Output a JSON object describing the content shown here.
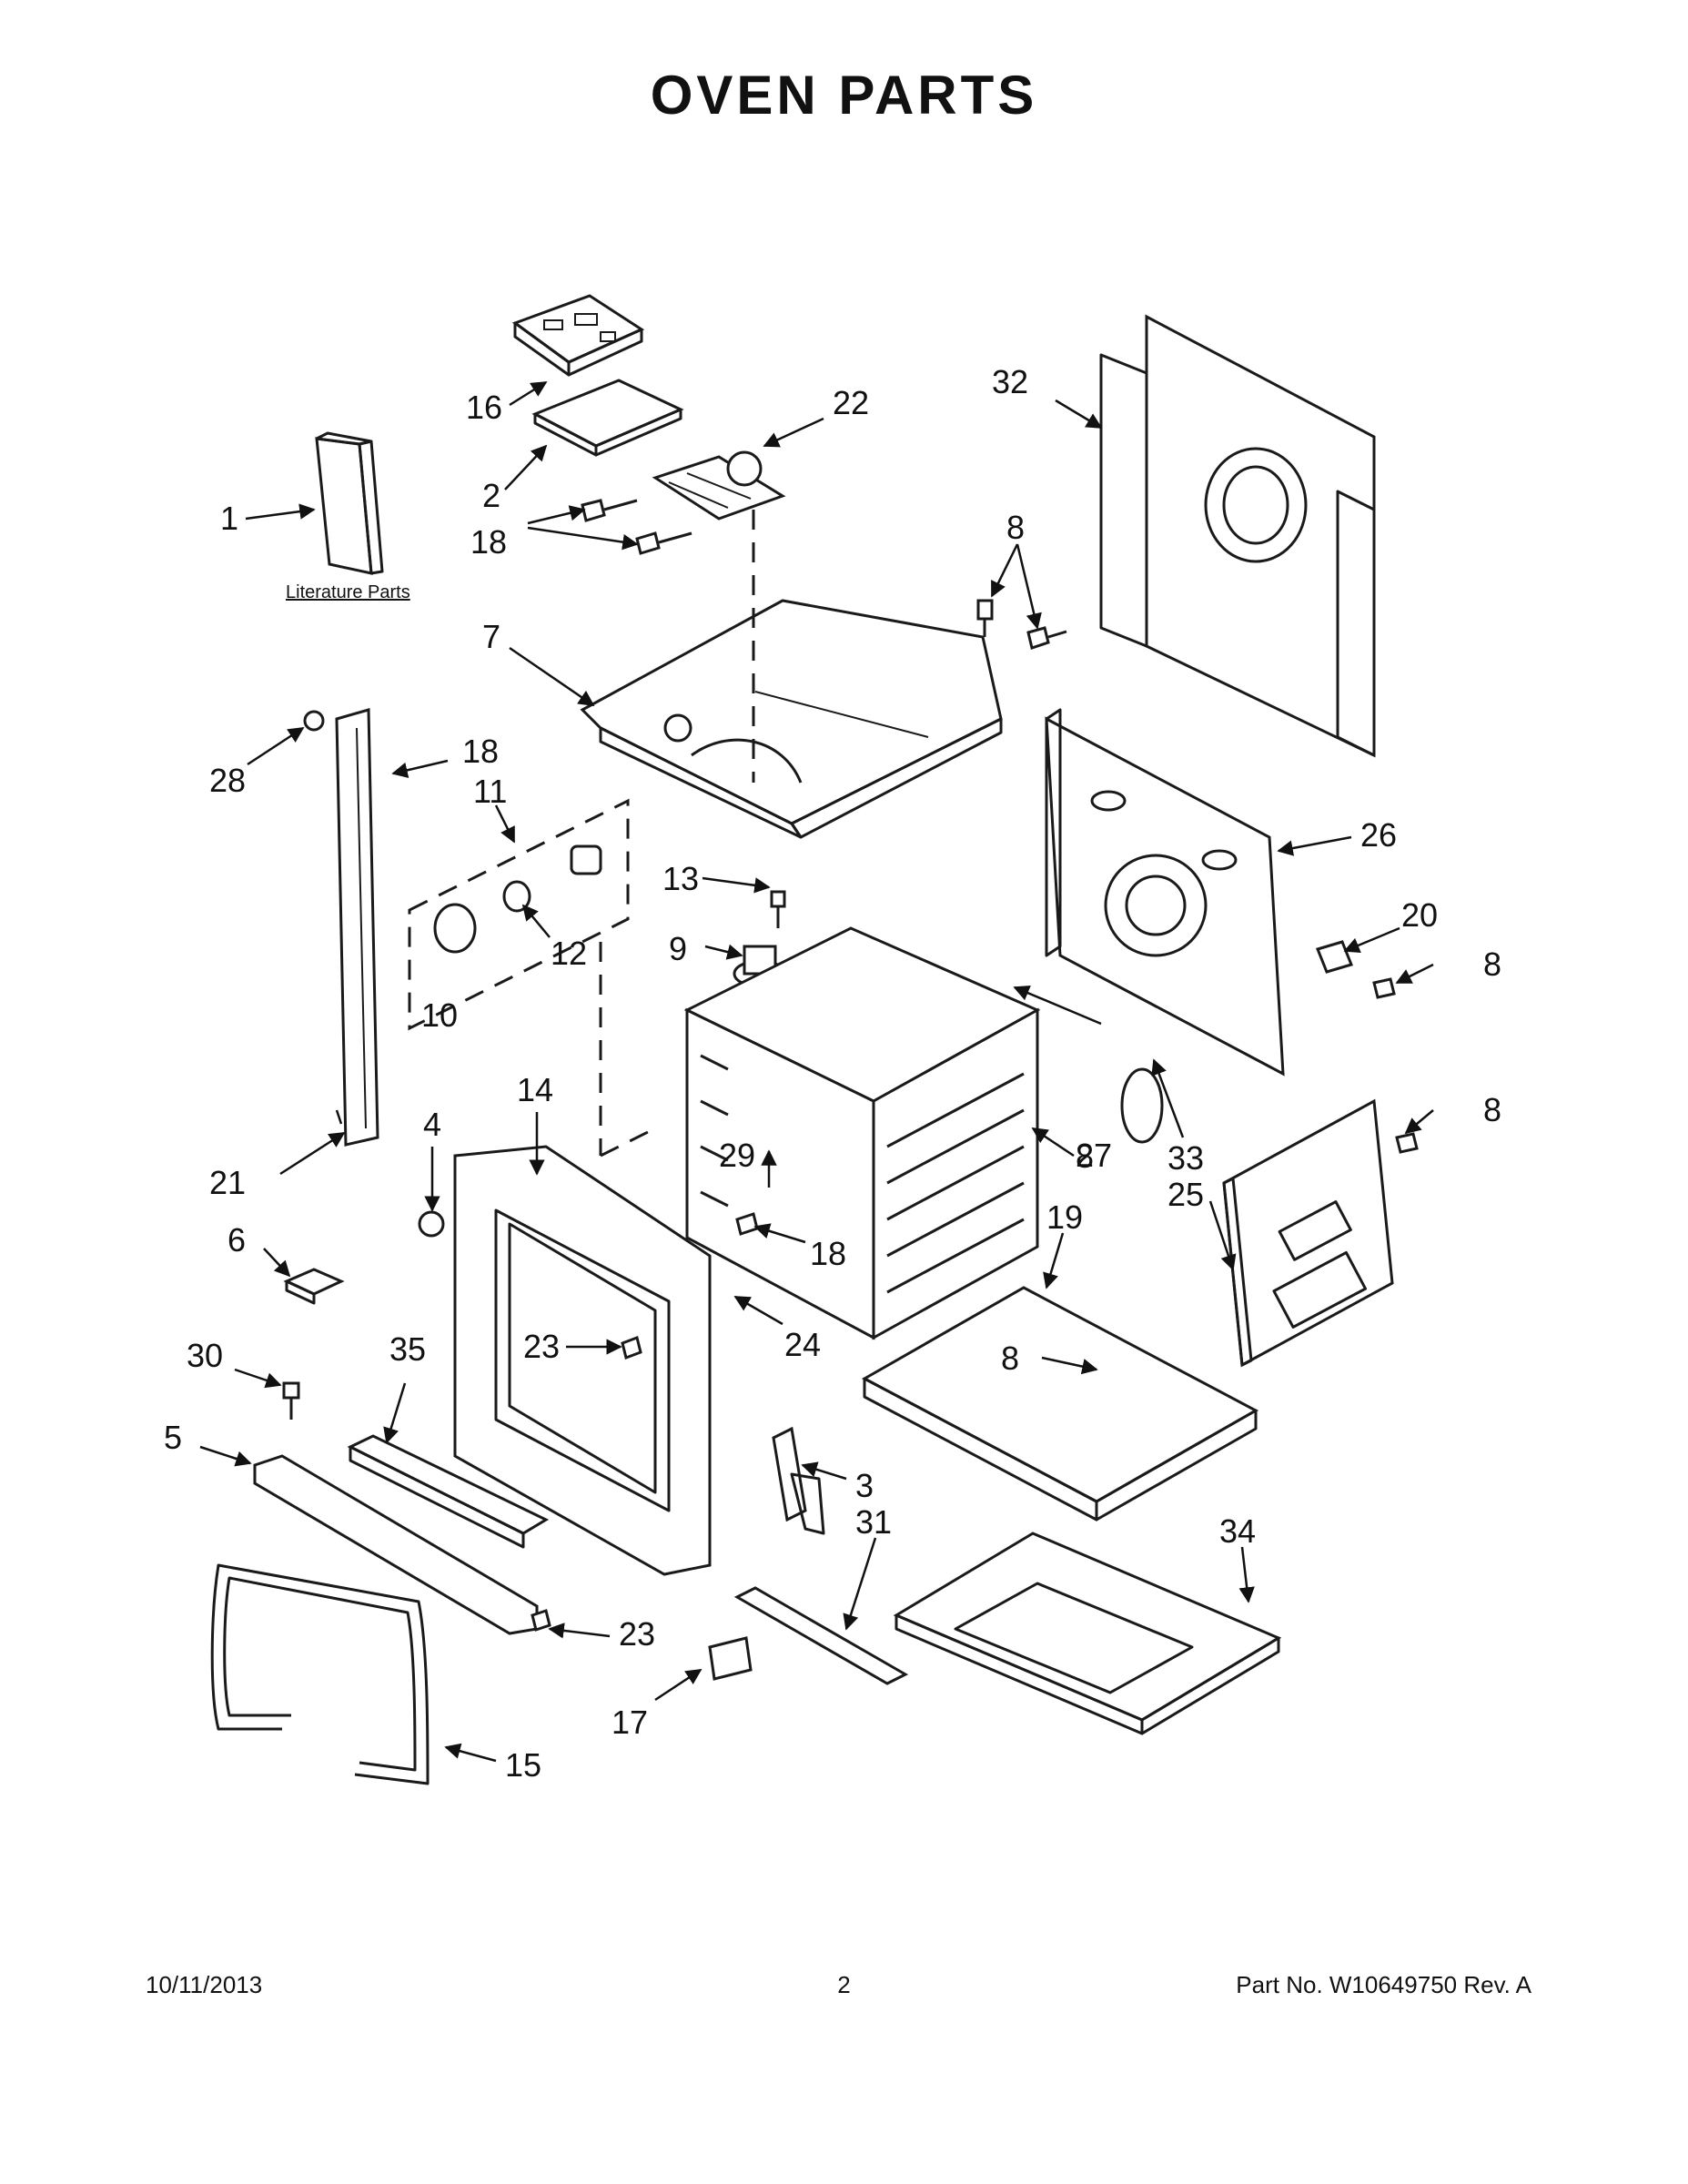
{
  "title": "OVEN PARTS",
  "literature_label": "Literature Parts",
  "footer": {
    "date": "10/11/2013",
    "page": "2",
    "part_number": "Part No.  W10649750  Rev.  A"
  },
  "callouts": [
    "1",
    "2",
    "3",
    "4",
    "5",
    "6",
    "7",
    "8",
    "9",
    "10",
    "11",
    "12",
    "13",
    "14",
    "15",
    "16",
    "17",
    "18",
    "19",
    "20",
    "21",
    "22",
    "23",
    "24",
    "25",
    "26",
    "27",
    "28",
    "29",
    "30",
    "31",
    "32",
    "33",
    "34",
    "35"
  ]
}
